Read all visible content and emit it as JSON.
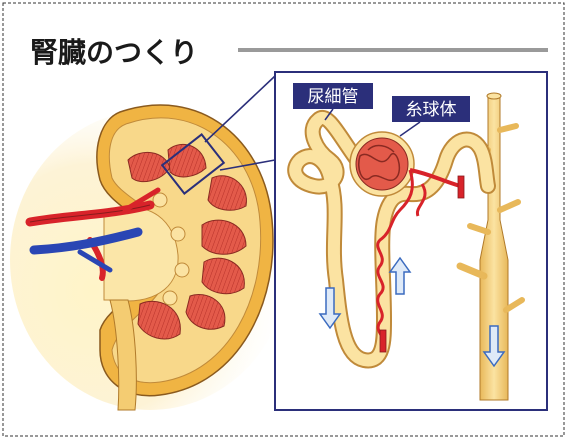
{
  "diagram": {
    "title": "腎臓のつくり",
    "labels": {
      "tubule": "尿細管",
      "glomerulus": "糸球体"
    },
    "colors": {
      "navy": "#2b2f7a",
      "artery": "#d8232a",
      "vein": "#2a46b4",
      "tissue": "#f8d88a",
      "pyramid": "#e2564a"
    }
  }
}
